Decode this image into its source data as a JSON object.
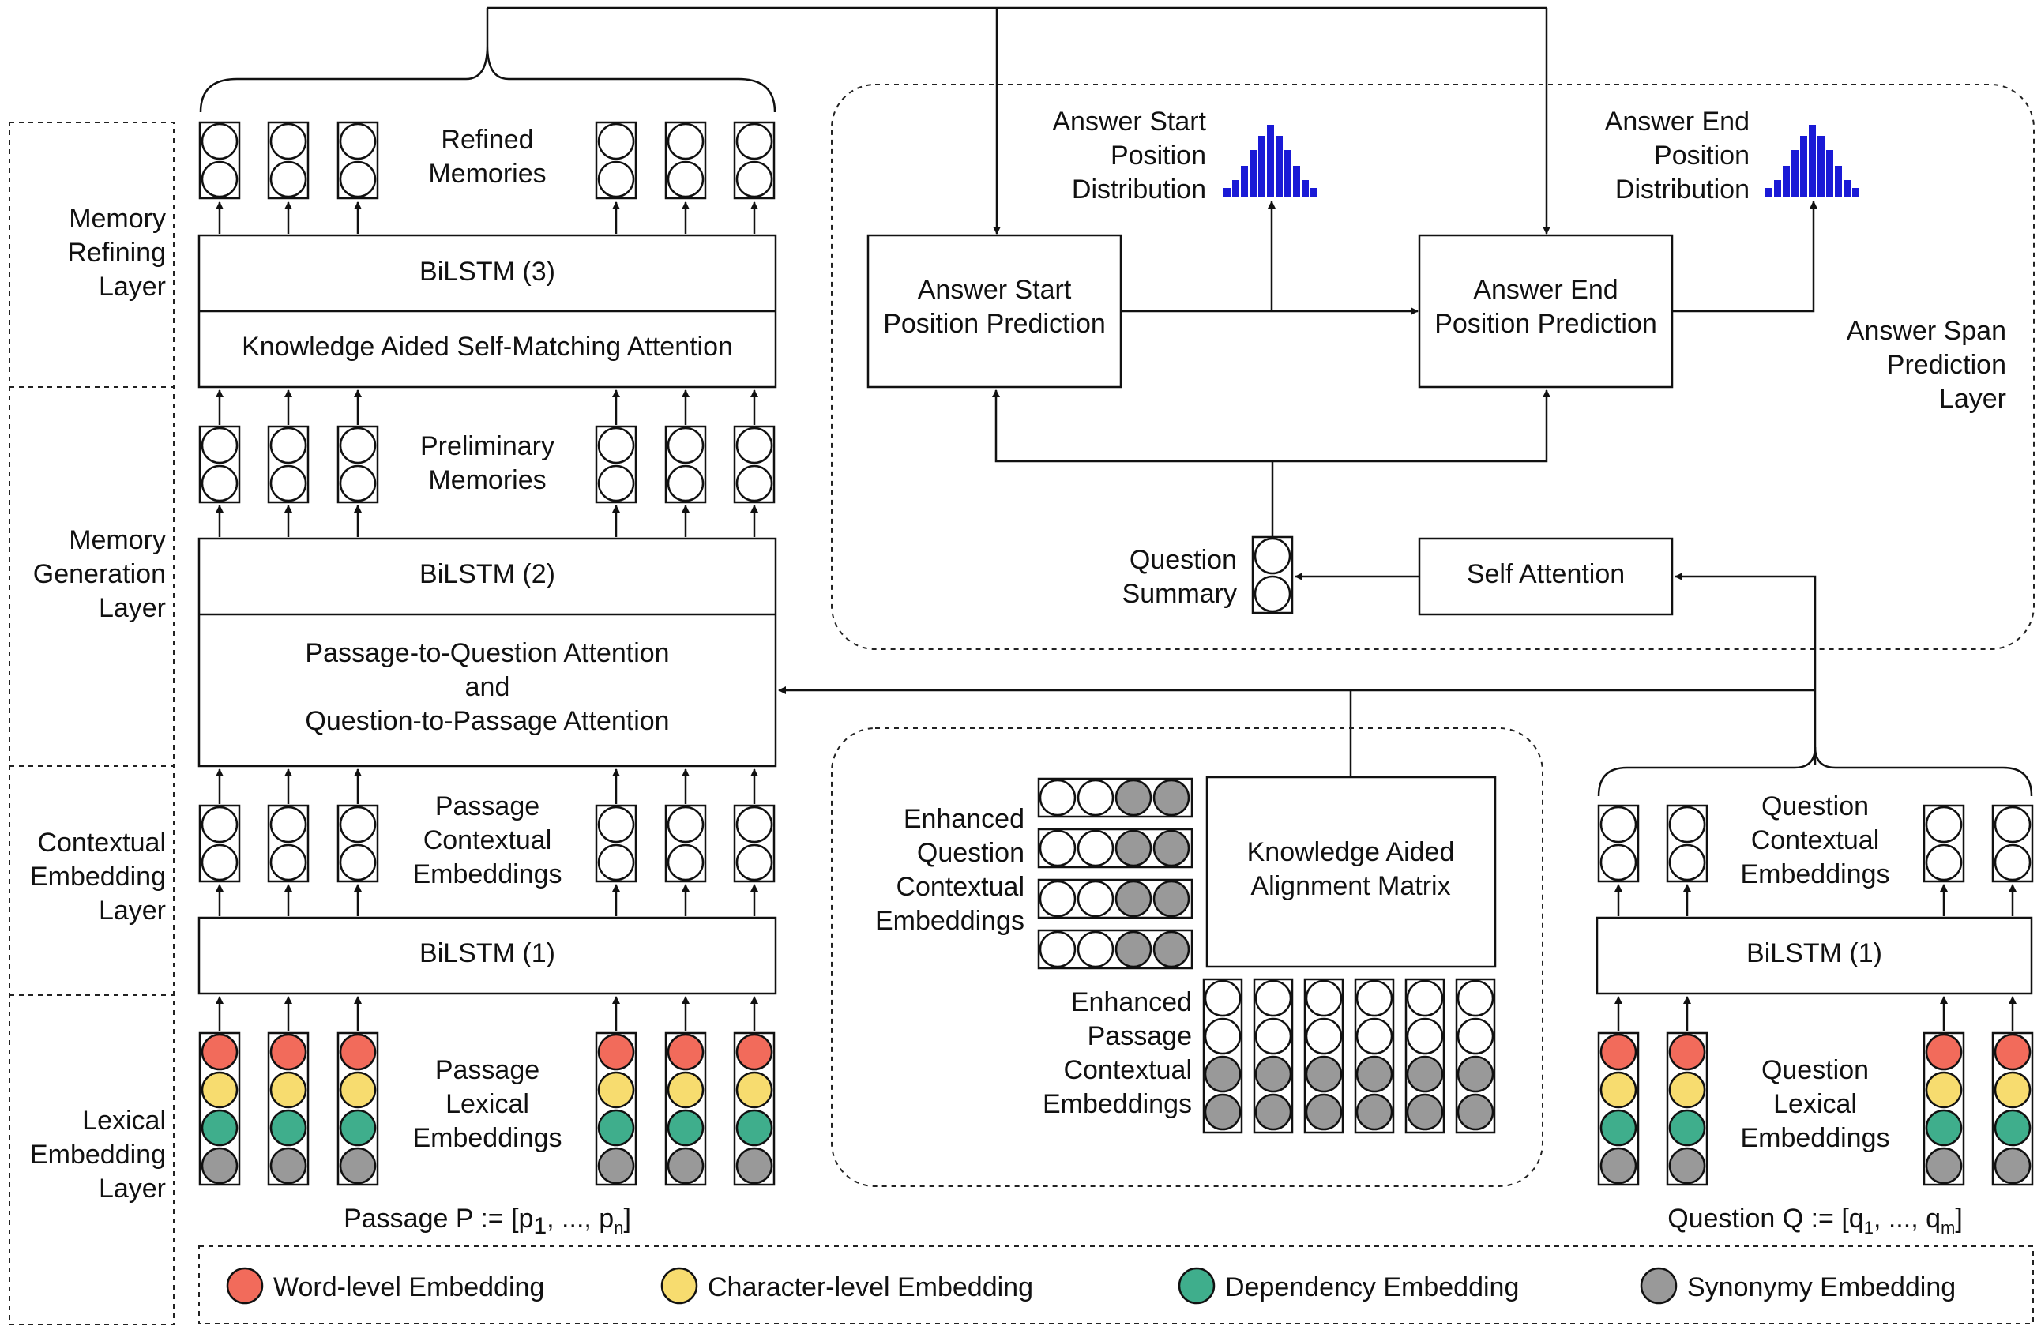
{
  "layers": {
    "memory_refining": "Memory\nRefining\nLayer",
    "memory_generation": "Memory\nGeneration\nLayer",
    "contextual_embedding": "Contextual\nEmbedding\nLayer",
    "lexical_embedding": "Lexical\nEmbedding\nLayer",
    "answer_span": "Answer Span\nPrediction\nLayer"
  },
  "labels": {
    "refined_memories": "Refined\nMemories",
    "preliminary_memories": "Preliminary\nMemories",
    "passage_contextual": "Passage\nContextual\nEmbeddings",
    "passage_lexical": "Passage\nLexical\nEmbeddings",
    "question_contextual": "Question\nContextual\nEmbeddings",
    "question_lexical": "Question\nLexical\nEmbeddings",
    "enhanced_question": "Enhanced\nQuestion\nContextual\nEmbeddings",
    "enhanced_passage": "Enhanced\nPassage\nContextual\nEmbeddings",
    "question_summary": "Question\nSummary",
    "answer_start_dist": "Answer Start\nPosition\nDistribution",
    "answer_end_dist": "Answer End\nPosition\nDistribution"
  },
  "boxes": {
    "bilstm3": "BiLSTM (3)",
    "self_matching": "Knowledge Aided Self-Matching Attention",
    "bilstm2": "BiLSTM (2)",
    "p2q_attention": "Passage-to-Question Attention\nand\nQuestion-to-Passage Attention",
    "bilstm1_passage": "BiLSTM (1)",
    "bilstm1_question": "BiLSTM (1)",
    "alignment_matrix": "Knowledge Aided\nAlignment Matrix",
    "answer_start": "Answer Start\nPosition Prediction",
    "answer_end": "Answer End\nPosition Prediction",
    "self_attention": "Self Attention"
  },
  "inputs": {
    "passage_prefix": "Passage P := [p",
    "passage_sub1": "1",
    "passage_mid": ", ..., p",
    "passage_subn": "n",
    "passage_suffix": "]",
    "question_prefix": "Question Q := [q",
    "question_sub1": "1",
    "question_mid": ", ..., q",
    "question_subm": "m",
    "question_suffix": "]"
  },
  "legend": [
    {
      "label": "Word-level Embedding",
      "color": "#f26b5b"
    },
    {
      "label": "Character-level Embedding",
      "color": "#f7dc6f"
    },
    {
      "label": "Dependency Embedding",
      "color": "#3fae8c"
    },
    {
      "label": "Synonymy Embedding",
      "color": "#999999"
    }
  ],
  "colors": {
    "word": "#f26b5b",
    "char": "#f7dc6f",
    "dep": "#3fae8c",
    "syn": "#999999",
    "histogram": "#1a1ad6"
  }
}
